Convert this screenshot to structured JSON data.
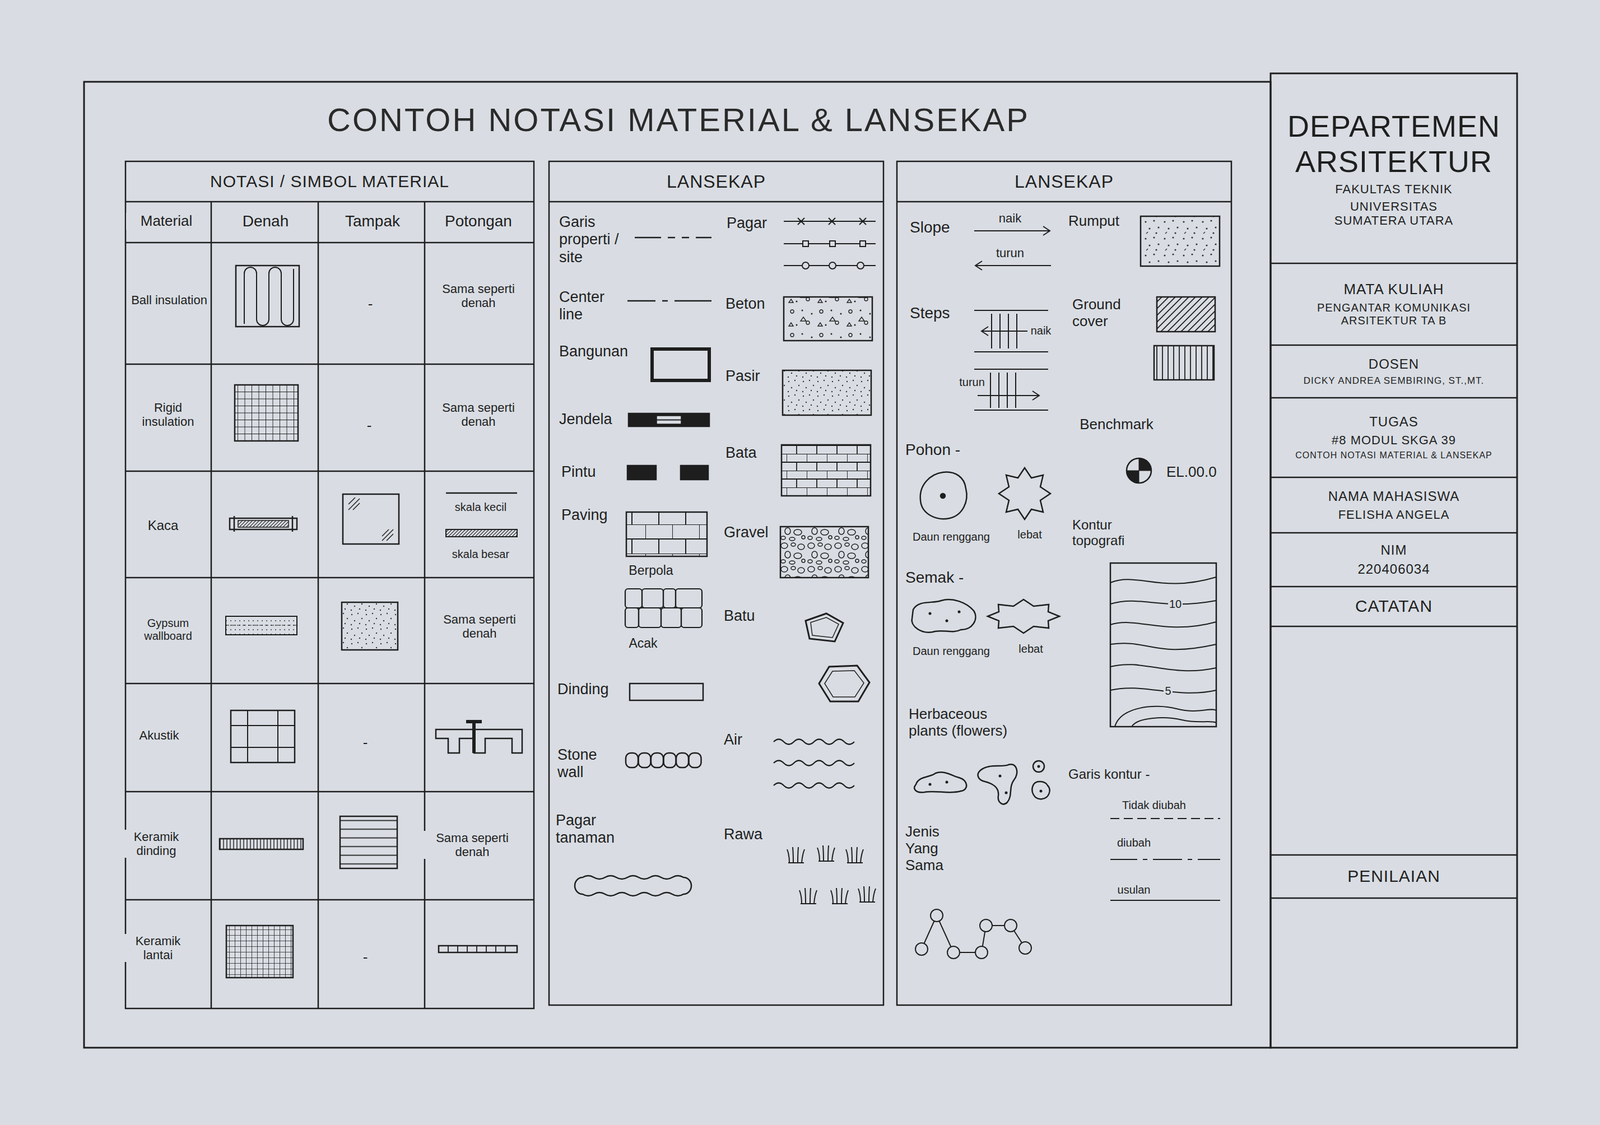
{
  "diagram": {
    "title": "CONTOH NOTASI MATERIAL & LANSEKAP",
    "nodes": [
      {
        "text": [
          "NOTASI / SIMBOL MATERIAL"
        ]
      },
      {
        "text": [
          "LANSEKAP"
        ]
      },
      {
        "text": [
          "LANSEKAP"
        ]
      },
      {
        "text": [
          "DEPARTEMEN ARSITEKTUR",
          "FAKULTAS TEKNIK",
          "UNIVERSITAS SUMATERA UTARA"
        ]
      },
      {
        "text": [
          "MATA KULIAH",
          "PENGANTAR KOMUNIKASI ARSITEKTUR TA B"
        ]
      },
      {
        "text": [
          "DOSEN",
          "DICKY ANDREA SEMBIRING, ST.,MT."
        ]
      },
      {
        "text": [
          "TUGAS",
          "#8 MODUL SKGA 39",
          "CONTOH NOTASI MATERIAL & LANSEKAP"
        ]
      },
      {
        "text": [
          "NAMA MAHASISWA",
          "FELISHA ANGELA"
        ]
      },
      {
        "text": [
          "NIM",
          "220406034"
        ]
      },
      {
        "text": [
          "CATATAN"
        ]
      },
      {
        "text": [
          "PENILAIAN"
        ]
      }
    ],
    "labels": [
      "Material",
      "Denah",
      "Tampak",
      "Potongan",
      "Ball insulation",
      "-",
      "Sama seperti denah",
      "Rigid insulation",
      "-",
      "Sama seperti denah",
      "Kaca",
      "skala kecil",
      "skala besar",
      "Gypsum wallboard",
      "Sama seperti denah",
      "Akustik",
      "-",
      "Keramik dinding",
      "Sama seperti denah",
      "Keramik lantai",
      "-",
      "Garis properti / site",
      "Center line",
      "Bangunan",
      "Jendela",
      "Pintu",
      "Paving",
      "Berpola",
      "Acak",
      "Dinding",
      "Stone wall",
      "Pagar tanaman",
      "Pagar",
      "Beton",
      "Pasir",
      "Bata",
      "Gravel",
      "Batu",
      "Air",
      "Rawa",
      "Slope",
      "naik",
      "turun",
      "Rumput",
      "Steps",
      "naik",
      "turun",
      "Ground cover",
      "Benchmark",
      "EL.00.0",
      "Pohon -",
      "Daun renggang",
      "lebat",
      "Kontur topografi",
      "10",
      "5",
      "Semak -",
      "Daun renggang",
      "lebat",
      "Herbaceous plants (flowers)",
      "Garis kontur -",
      "Tidak diubah",
      "diubah",
      "usulan",
      "Jenis Yang Sama"
    ]
  }
}
